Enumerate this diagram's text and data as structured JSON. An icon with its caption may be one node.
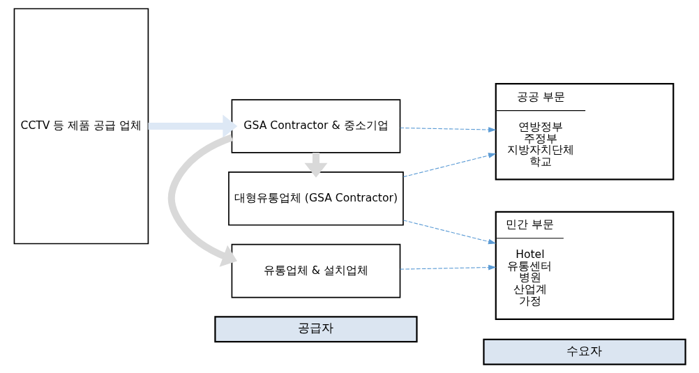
{
  "diagram": {
    "nodes": [
      {
        "text": [
          "공급자"
        ]
      },
      {
        "text": [
          "수요자"
        ]
      },
      {
        "text": [
          "CCTV 등 제품 공급 업체"
        ]
      },
      {
        "text": [
          "대형유통업체 (GSA Contractor)"
        ]
      },
      {
        "text": [
          "GSA Contractor & 중소기업"
        ]
      },
      {
        "text": [
          "유통업체 & 설치업체"
        ]
      },
      {
        "text": [
          "공공 부문",
          "연방정부",
          "주정부",
          "지방자치단체",
          "학교"
        ]
      },
      {
        "text": [
          "민간 부문",
          "Hotel",
          "유통센터",
          "병원",
          "산업계",
          "가정"
        ]
      }
    ],
    "edges": [
      {
        "from": 2,
        "to": 4,
        "arrow": "to",
        "style": "thick",
        "color": "#dde8f5"
      },
      {
        "from": 4,
        "to": 3,
        "arrow": "to",
        "style": "thick",
        "color": "#d9d9d9"
      },
      {
        "from": 4,
        "to": 5,
        "arrow": "to",
        "style": "thick",
        "color": "#d9d9d9"
      },
      {
        "from": 3,
        "to": 6,
        "arrow": "to",
        "style": "dashed"
      },
      {
        "from": 3,
        "to": 7,
        "arrow": "to",
        "style": "dashed"
      },
      {
        "from": 4,
        "to": 6,
        "arrow": "to",
        "style": "dashed"
      },
      {
        "from": 5,
        "to": 7,
        "arrow": "to",
        "style": "dashed"
      }
    ]
  }
}
